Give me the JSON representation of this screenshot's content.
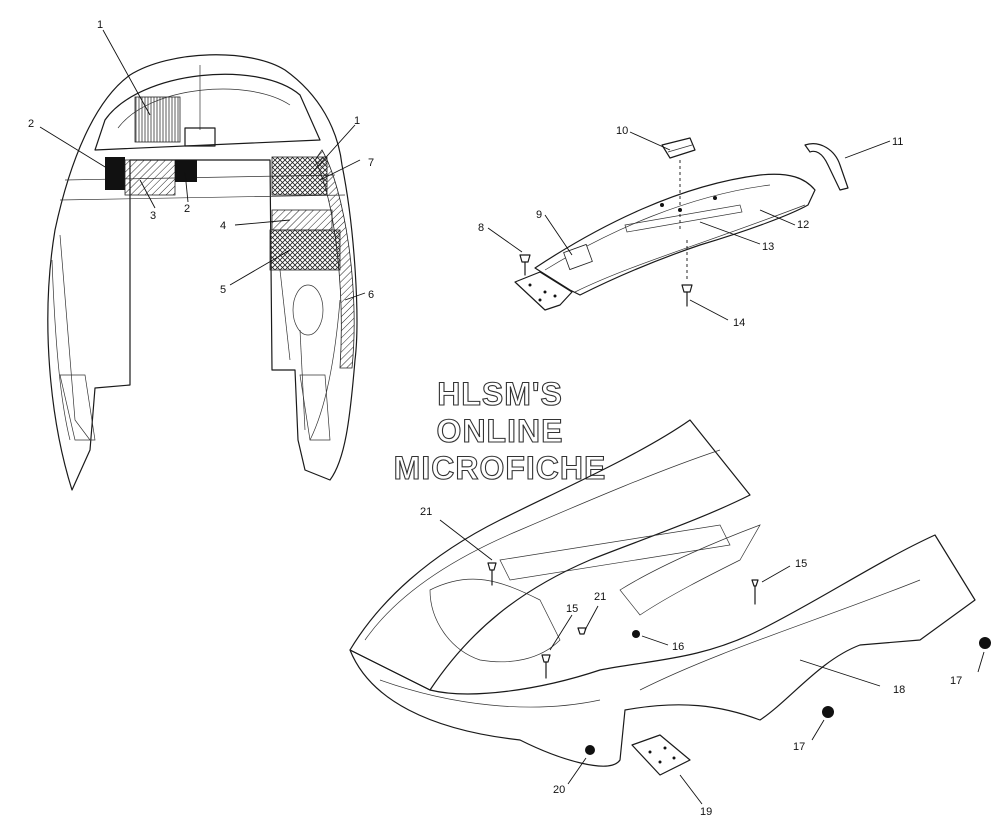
{
  "callouts": {
    "c1a": "1",
    "c1b": "1",
    "c2a": "2",
    "c2b": "2",
    "c3": "3",
    "c4": "4",
    "c5": "5",
    "c6": "6",
    "c7": "7",
    "c8": "8",
    "c9": "9",
    "c10": "10",
    "c11": "11",
    "c12": "12",
    "c13": "13",
    "c14": "14",
    "c15a": "15",
    "c15b": "15",
    "c16": "16",
    "c17a": "17",
    "c17b": "17",
    "c18": "18",
    "c19": "19",
    "c20": "20",
    "c21a": "21",
    "c21b": "21"
  },
  "watermark": {
    "line1": "HLSM'S",
    "line2": "ONLINE",
    "line3": "MICROFICHE"
  }
}
